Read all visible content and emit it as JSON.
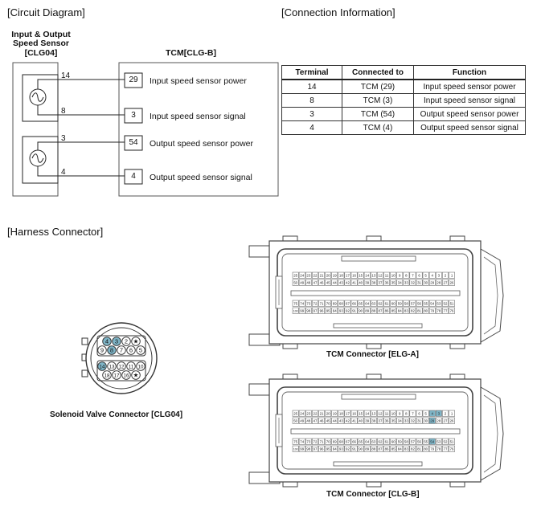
{
  "sections": {
    "circuit": "[Circuit Diagram]",
    "connection": "[Connection Information]",
    "harness": "[Harness Connector]"
  },
  "sensor": {
    "title_line1": "Input & Output",
    "title_line2": "Speed Sensor",
    "title_line3": "[CLG04]",
    "pins": [
      "14",
      "8",
      "3",
      "4"
    ]
  },
  "tcm": {
    "title": "TCM[CLG-B]",
    "pins": [
      {
        "num": "29",
        "label": "Input speed sensor power"
      },
      {
        "num": "3",
        "label": "Input speed sensor signal"
      },
      {
        "num": "54",
        "label": "Output speed sensor power"
      },
      {
        "num": "4",
        "label": "Output speed sensor signal"
      }
    ]
  },
  "connection_table": {
    "headers": [
      "Terminal",
      "Connected to",
      "Function"
    ],
    "rows": [
      [
        "14",
        "TCM (29)",
        "Input speed sensor power"
      ],
      [
        "8",
        "TCM (3)",
        "Input speed sensor signal"
      ],
      [
        "3",
        "TCM (54)",
        "Output speed sensor power"
      ],
      [
        "4",
        "TCM (4)",
        "Output speed sensor signal"
      ]
    ]
  },
  "solenoid_connector": {
    "caption": "Solenoid Valve Connector [CLG04]",
    "row1": [
      "4",
      "3",
      "2",
      "★"
    ],
    "row2": [
      "9",
      "8",
      "7",
      "6",
      "5"
    ],
    "row3": [
      "14",
      "13",
      "12",
      "11",
      "10"
    ],
    "row4": [
      "18",
      "17",
      "16",
      "★"
    ],
    "highlighted": [
      "4",
      "3",
      "8",
      "14"
    ]
  },
  "tcm_connector_a": {
    "caption": "TCM Connector [ELG-A]",
    "rows": [
      [
        "25",
        "24",
        "23",
        "22",
        "21",
        "20",
        "19",
        "18",
        "17",
        "16",
        "15",
        "14",
        "13",
        "12",
        "11",
        "10",
        "9",
        "8",
        "7",
        "6",
        "5",
        "4",
        "3",
        "2",
        "1"
      ],
      [
        "50",
        "49",
        "48",
        "47",
        "46",
        "45",
        "44",
        "43",
        "42",
        "41",
        "40",
        "39",
        "38",
        "37",
        "36",
        "35",
        "34",
        "33",
        "32",
        "31",
        "30",
        "29",
        "28",
        "27",
        "26"
      ],
      [
        "75",
        "74",
        "73",
        "72",
        "71",
        "70",
        "69",
        "68",
        "67",
        "66",
        "65",
        "64",
        "63",
        "62",
        "61",
        "60",
        "59",
        "58",
        "57",
        "56",
        "55",
        "54",
        "53",
        "52",
        "51"
      ],
      [
        "100",
        "99",
        "98",
        "97",
        "96",
        "95",
        "94",
        "93",
        "92",
        "91",
        "90",
        "89",
        "88",
        "87",
        "86",
        "85",
        "84",
        "83",
        "82",
        "81",
        "80",
        "79",
        "78",
        "77",
        "76"
      ]
    ]
  },
  "tcm_connector_b": {
    "caption": "TCM Connector [CLG-B]",
    "rows": [
      [
        "25",
        "24",
        "23",
        "22",
        "21",
        "20",
        "19",
        "18",
        "17",
        "16",
        "15",
        "14",
        "13",
        "12",
        "11",
        "10",
        "9",
        "8",
        "7",
        "6",
        "5",
        "4",
        "3",
        "2",
        "1"
      ],
      [
        "50",
        "49",
        "48",
        "47",
        "46",
        "45",
        "44",
        "43",
        "42",
        "41",
        "40",
        "39",
        "38",
        "37",
        "36",
        "35",
        "34",
        "33",
        "32",
        "31",
        "30",
        "29",
        "28",
        "27",
        "26"
      ],
      [
        "75",
        "74",
        "73",
        "72",
        "71",
        "70",
        "69",
        "68",
        "67",
        "66",
        "65",
        "64",
        "63",
        "62",
        "61",
        "60",
        "59",
        "58",
        "57",
        "56",
        "55",
        "54",
        "53",
        "52",
        "51"
      ],
      [
        "100",
        "99",
        "98",
        "97",
        "96",
        "95",
        "94",
        "93",
        "92",
        "91",
        "90",
        "89",
        "88",
        "87",
        "86",
        "85",
        "84",
        "83",
        "82",
        "81",
        "80",
        "79",
        "78",
        "77",
        "76"
      ]
    ],
    "highlighted": [
      "29",
      "3",
      "54",
      "4"
    ]
  },
  "colors": {
    "highlight": "#7fb5c7",
    "line": "#222222",
    "panel_stroke": "#555555"
  }
}
